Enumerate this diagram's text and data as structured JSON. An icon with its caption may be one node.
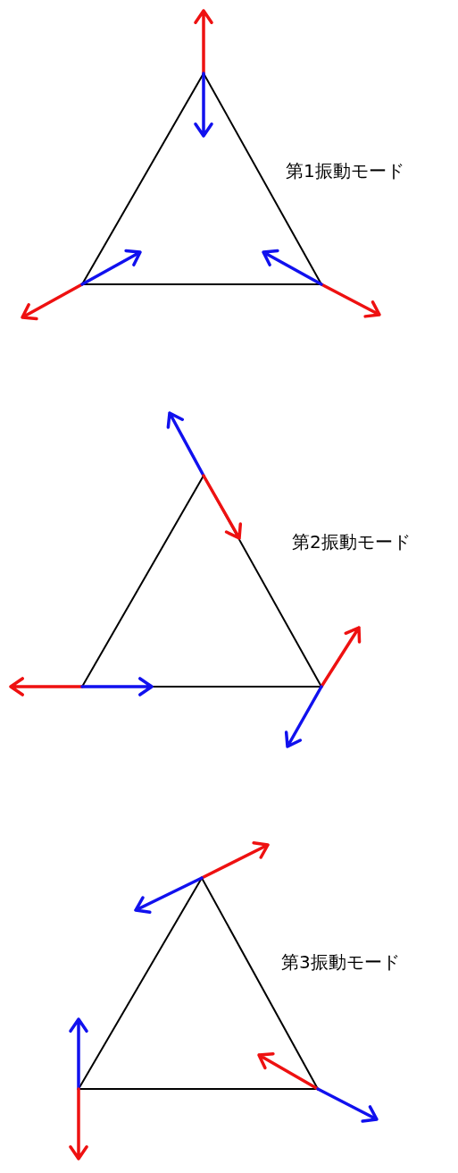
{
  "diagram": {
    "labels": [
      "第1振動モード",
      "第2振動モード",
      "第3振動モード"
    ]
  }
}
